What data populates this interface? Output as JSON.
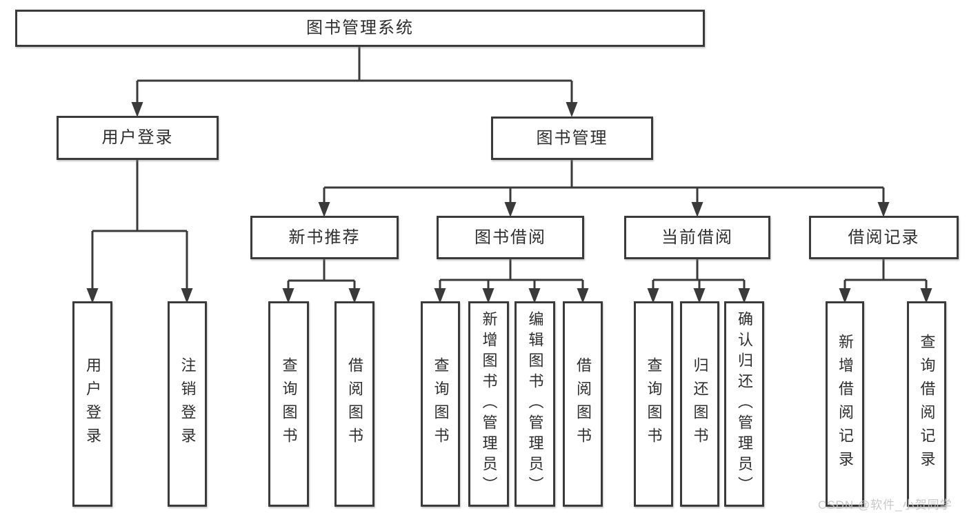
{
  "diagram": {
    "watermark": "CSDN @软件_小贺同学",
    "colors": {
      "line": "#3a3a3a",
      "text": "#2e2e2e",
      "box_background": "#ffffff",
      "watermark": "#c5c5c5",
      "background": "#ffffff"
    },
    "tree": {
      "label": "图书管理系统",
      "children": [
        {
          "label": "用户登录",
          "children": [
            {
              "label": "用户登录"
            },
            {
              "label": "注销登录"
            }
          ]
        },
        {
          "label": "图书管理",
          "children": [
            {
              "label": "新书推荐",
              "children": [
                {
                  "label": "查询图书"
                },
                {
                  "label": "借阅图书"
                }
              ]
            },
            {
              "label": "图书借阅",
              "children": [
                {
                  "label": "查询图书"
                },
                {
                  "label": "新增图书（管理员）"
                },
                {
                  "label": "编辑图书（管理员）"
                },
                {
                  "label": "借阅图书"
                }
              ]
            },
            {
              "label": "当前借阅",
              "children": [
                {
                  "label": "查询图书"
                },
                {
                  "label": "归还图书"
                },
                {
                  "label": "确认归还（管理员）"
                }
              ]
            },
            {
              "label": "借阅记录",
              "children": [
                {
                  "label": "新增借阅记录"
                },
                {
                  "label": "查询借阅记录"
                }
              ]
            }
          ]
        }
      ]
    }
  }
}
